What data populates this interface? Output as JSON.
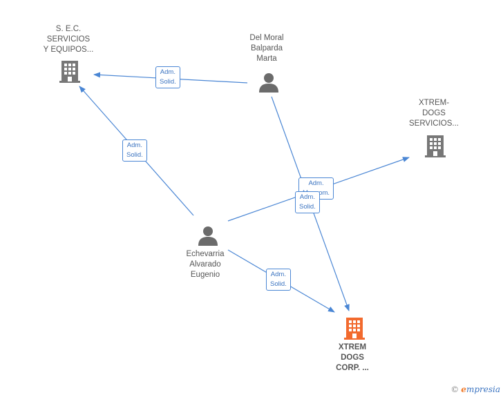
{
  "nodes": {
    "sec": {
      "label": "S. E.C. SERVICIOS Y EQUIPOS...",
      "lines": [
        "S. E.C.",
        "SERVICIOS",
        "Y EQUIPOS..."
      ],
      "type": "company"
    },
    "moral": {
      "label": "Del Moral Balparda Marta",
      "lines": [
        "Del Moral",
        "Balparda",
        "Marta"
      ],
      "type": "person"
    },
    "xtremdogs": {
      "label": "XTREM-DOGS SERVICIOS...",
      "lines": [
        "XTREM-",
        "DOGS",
        "SERVICIOS..."
      ],
      "type": "company"
    },
    "eugenio": {
      "label": "Echevarria Alvarado Eugenio",
      "lines": [
        "Echevarria",
        "Alvarado",
        "Eugenio"
      ],
      "type": "person"
    },
    "xtremcorp": {
      "label": "XTREM DOGS CORP. ...",
      "lines": [
        "XTREM",
        "DOGS",
        "CORP. ..."
      ],
      "type": "company",
      "highlight": true
    }
  },
  "edges": [
    {
      "from": "moral",
      "to": "sec",
      "label_lines": [
        "Adm.",
        "Solid."
      ]
    },
    {
      "from": "eugenio",
      "to": "sec",
      "label_lines": [
        "Adm.",
        "Solid."
      ]
    },
    {
      "from": "eugenio",
      "to": "xtremdogs",
      "label_lines": [
        "Adm.",
        "Mancom."
      ]
    },
    {
      "from": "moral",
      "to": "xtremcorp",
      "label_lines": [
        "Adm.",
        "Solid."
      ]
    },
    {
      "from": "eugenio",
      "to": "xtremcorp",
      "label_lines": [
        "Adm.",
        "Solid."
      ]
    }
  ],
  "colors": {
    "edge": "#4a86d4",
    "company": "#777777",
    "person": "#6b6b6b",
    "highlight": "#f26a2e"
  },
  "brand": {
    "copyright": "©",
    "initial": "e",
    "rest": "mpresia"
  }
}
